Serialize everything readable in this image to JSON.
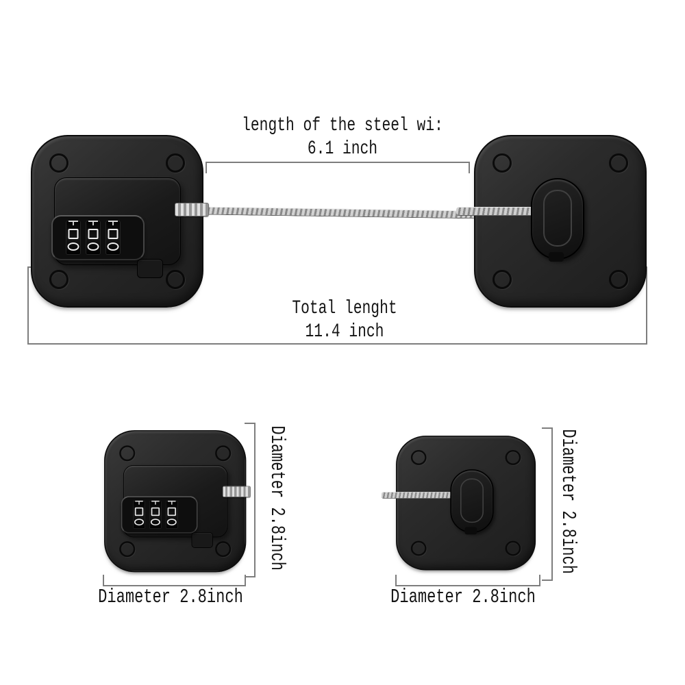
{
  "colors": {
    "background": "#ffffff",
    "pad_body": "#2b2b2b",
    "steel_wire": "#b5b5b5",
    "dimension_line": "#7d7d7d",
    "text": "#141414",
    "dial_digit": "#ededed"
  },
  "top_assembly": {
    "steel_wire_label": "length of the steel wi:",
    "steel_wire_length": "6.1 inch",
    "total_length_label": "Total lenght",
    "total_length_value": "11.4 inch"
  },
  "bottom_left_view": {
    "height_label": "Diameter 2.8inch",
    "width_label": "Diameter 2.8inch"
  },
  "bottom_right_view": {
    "height_label": "Diameter 2.8inch",
    "width_label": "Diameter 2.8inch"
  }
}
